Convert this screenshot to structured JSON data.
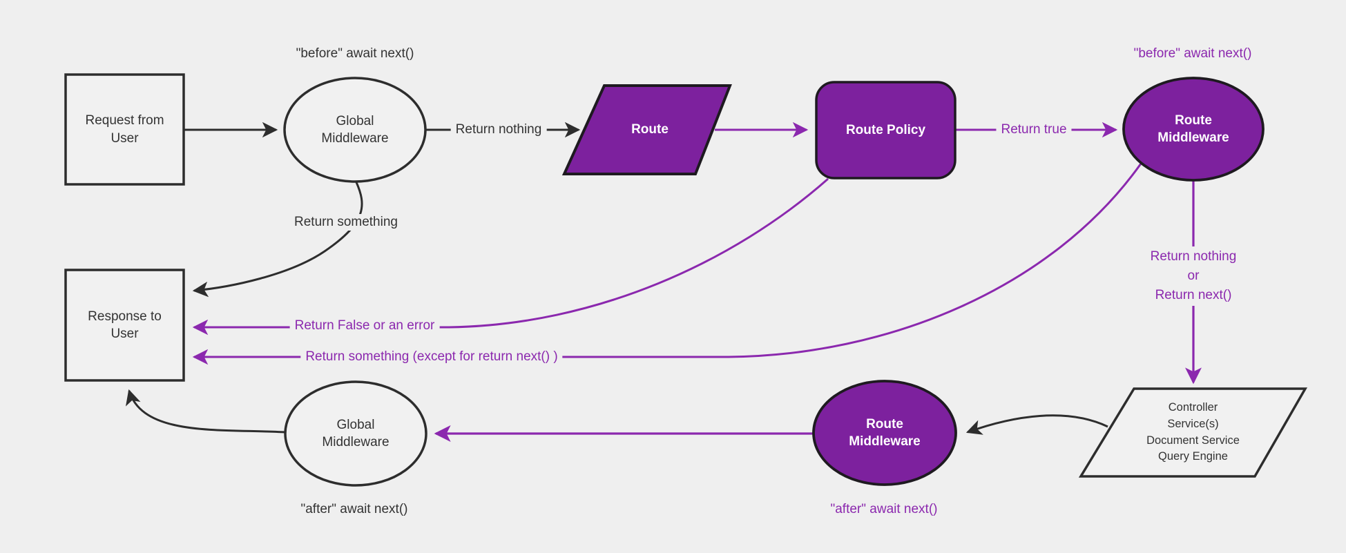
{
  "diagram": {
    "title_hint": "request lifecycle middleware flowchart",
    "colors": {
      "background": "#efefef",
      "light_node_fill": "#f1f1f1",
      "dark_stroke": "#2d2d2d",
      "dark_text": "#333333",
      "purple_node_fill": "#7d219e",
      "purple_node_stroke": "#1e1a20",
      "purple_line": "#8b28ae",
      "white_text": "#ffffff"
    },
    "nodes": {
      "request": {
        "label": "Request from User"
      },
      "global_middleware_top": {
        "label": "Global Middleware"
      },
      "route": {
        "label": "Route"
      },
      "route_policy": {
        "label": "Route Policy"
      },
      "route_middleware_top": {
        "label": "Route Middleware"
      },
      "controller": {
        "lines": [
          "Controller",
          "Service(s)",
          "Document Service",
          "Query Engine"
        ]
      },
      "route_middleware_bottom": {
        "label": "Route Middleware"
      },
      "global_middleware_bottom": {
        "label": "Global Middleware"
      },
      "response": {
        "label": "Response to User"
      }
    },
    "edge_labels": {
      "before_global": "\"before\" await next()",
      "return_nothing": "Return nothing",
      "return_true": "Return true",
      "before_route": "\"before\" await next()",
      "return_nothing_or_next": [
        "Return nothing",
        "or",
        "Return next()"
      ],
      "return_something": "Return something",
      "return_false_or_error": "Return False or an error",
      "return_something_except": "Return something (except for return next() )",
      "after_route": "\"after\" await next()",
      "after_global": "\"after\" await next()"
    }
  }
}
